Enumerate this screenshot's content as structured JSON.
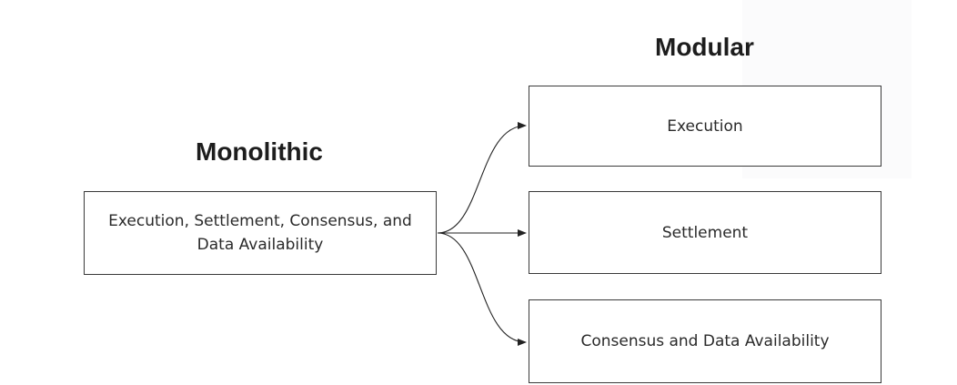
{
  "diagram": {
    "monolithic": {
      "title": "Monolithic",
      "box_text": "Execution, Settlement, Consensus, and Data Availability"
    },
    "modular": {
      "title": "Modular",
      "layers": [
        {
          "label": "Execution"
        },
        {
          "label": "Settlement"
        },
        {
          "label": "Consensus and Data Availability"
        }
      ]
    },
    "edges": [
      {
        "from": "Execution, Settlement, Consensus, and Data Availability",
        "to": "Execution"
      },
      {
        "from": "Execution, Settlement, Consensus, and Data Availability",
        "to": "Settlement"
      },
      {
        "from": "Execution, Settlement, Consensus, and Data Availability",
        "to": "Consensus and Data Availability"
      }
    ]
  },
  "colors": {
    "line": "#222222",
    "box_border": "#3a3a3a",
    "text": "#2a2a2a"
  }
}
